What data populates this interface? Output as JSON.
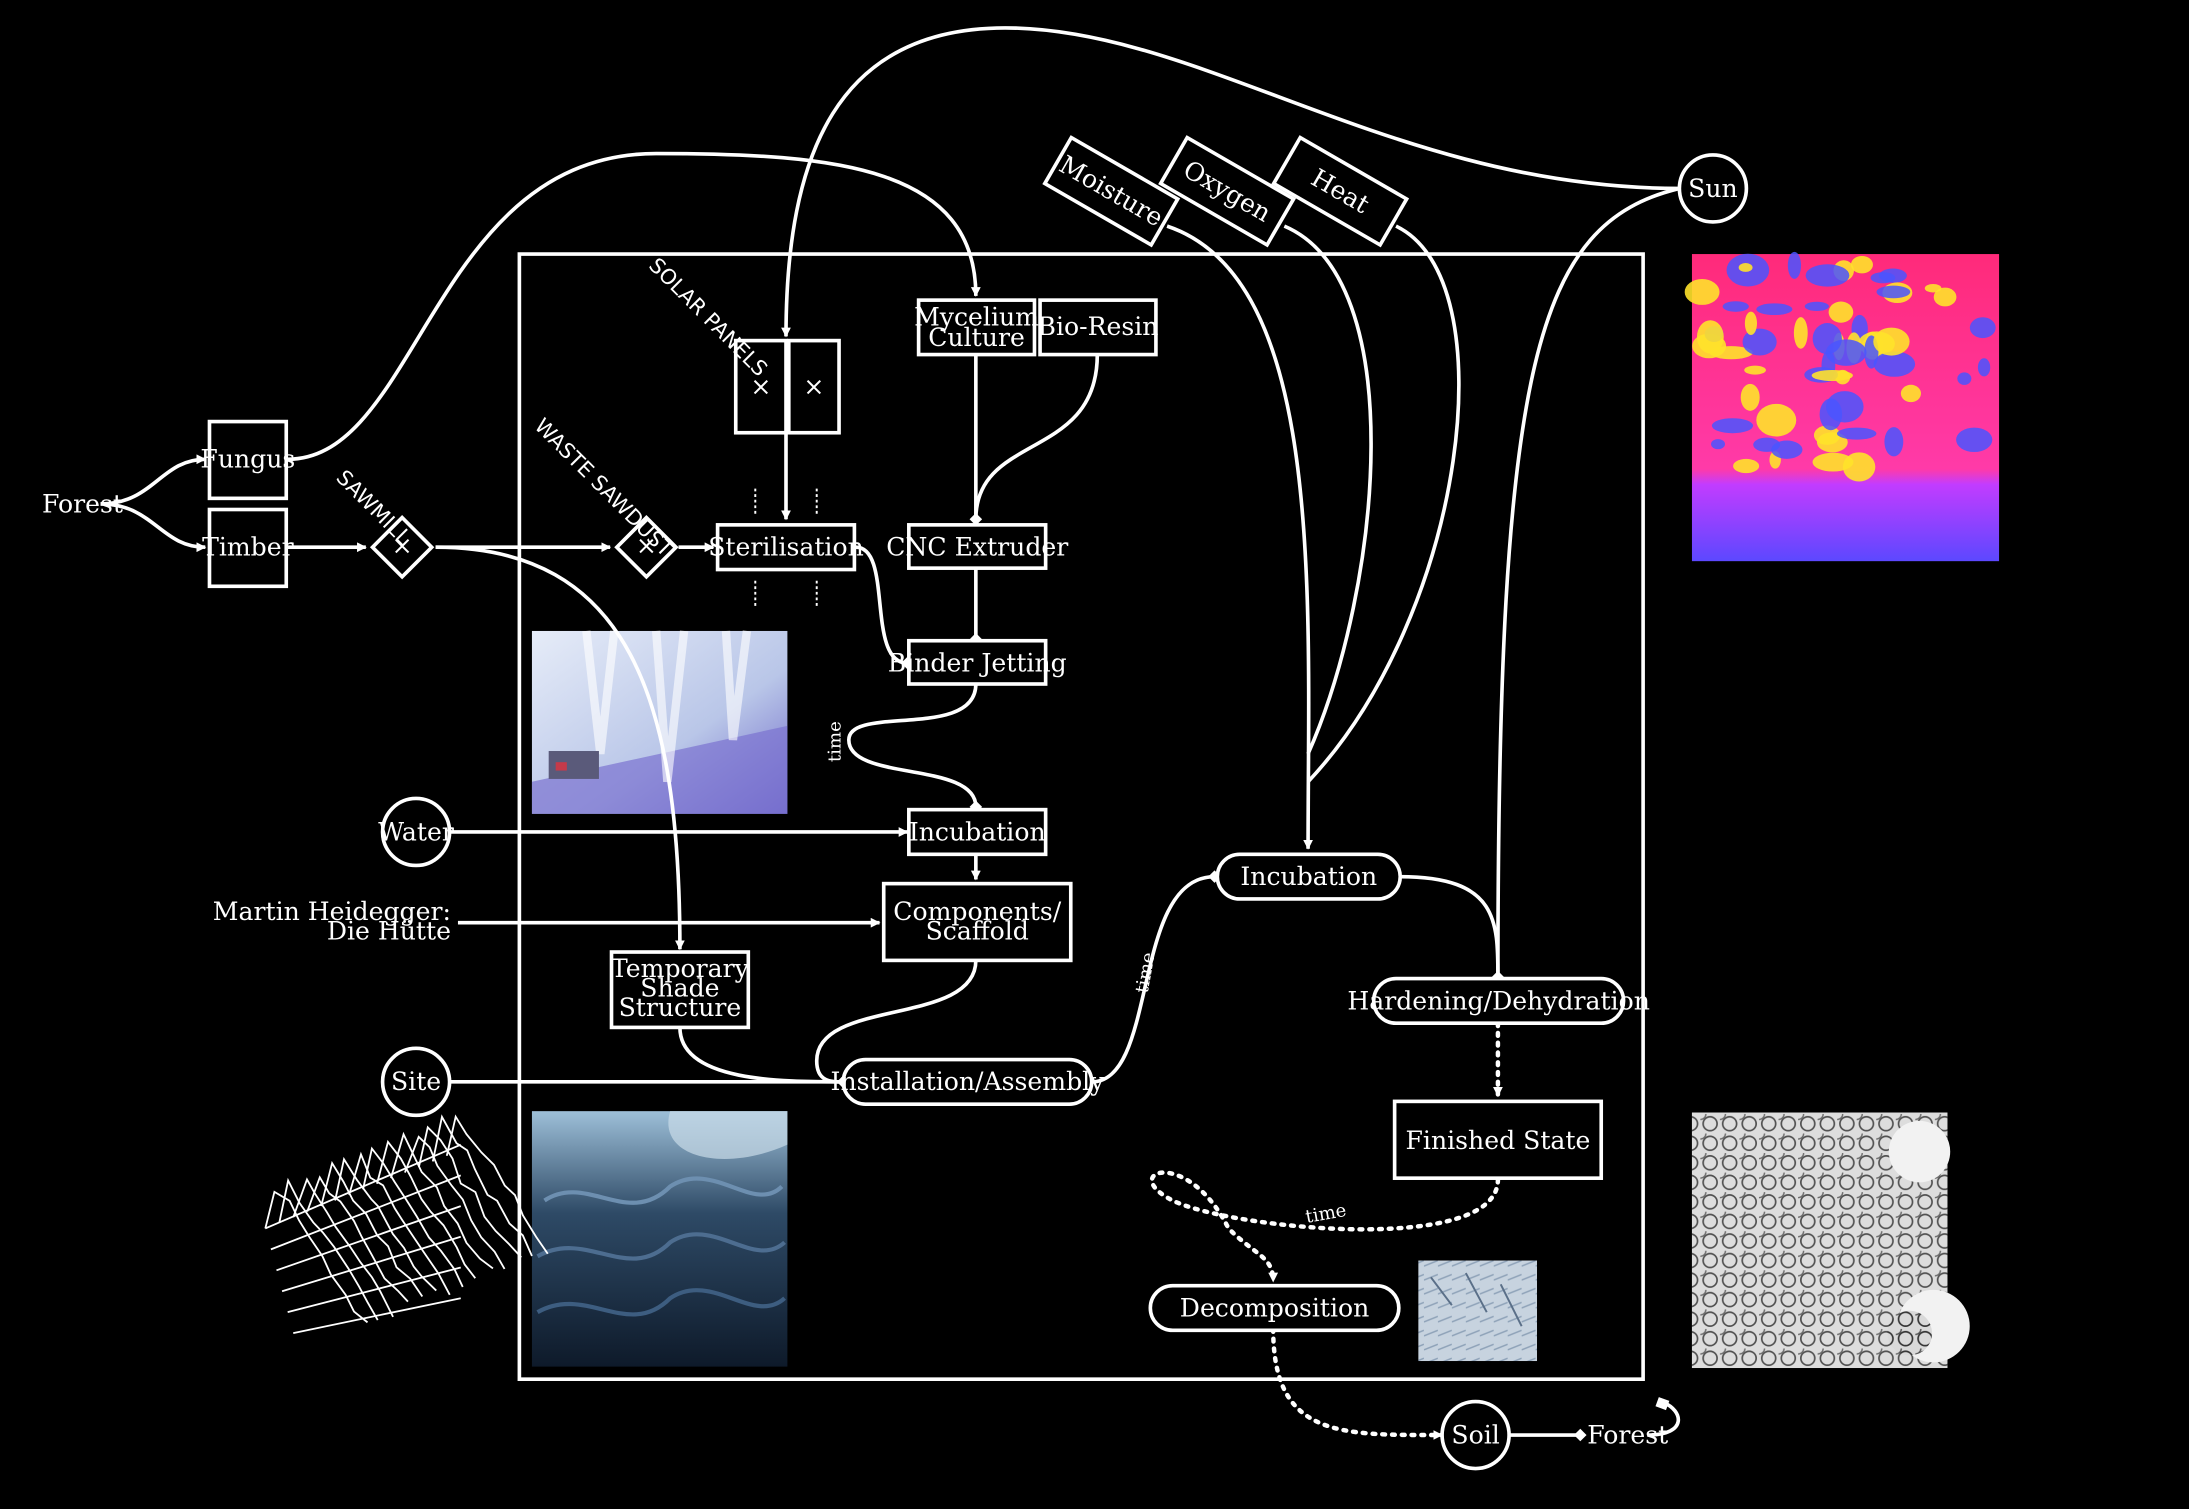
{
  "nodes": {
    "forest_source": "Forest",
    "fungus": "Fungus",
    "timber": "Timber",
    "sawmill": "SAWMILL",
    "waste_sawdust": "WASTE SAWDUST",
    "solar_panels": "SOLAR PANELS",
    "sterilisation": "Sterilisation",
    "mycelium_line1": "Mycelium",
    "mycelium_line2": "Culture",
    "bio_resin": "Bio-Resin",
    "cnc_extruder": "CNC Extruder",
    "binder_jetting": "Binder Jetting",
    "incubation_1": "Incubation",
    "water": "Water",
    "heidegger_line1": "Martin Heidegger:",
    "heidegger_line2": "Die Hütte",
    "components_line1": "Components/",
    "components_line2": "Scaffold",
    "shade_line1": "Temporary",
    "shade_line2": "Shade",
    "shade_line3": "Structure",
    "site": "Site",
    "installation": "Installation/Assembly",
    "incubation_2": "Incubation",
    "moisture": "Moisture",
    "oxygen": "Oxygen",
    "heat": "Heat",
    "sun": "Sun",
    "hardening": "Hardening/Dehydration",
    "finished_state": "Finished State",
    "decomposition": "Decomposition",
    "soil": "Soil",
    "forest_end": "Forest"
  },
  "edge_labels": {
    "time_1": "time",
    "time_2": "time",
    "time_3": "time"
  },
  "images": {
    "forest_photo": "inverted-forest-photo",
    "mycelium_closeup": "mycelium-texture-photo",
    "thermal_map": "thermal-heatmap",
    "growth_pattern": "mycelium-growth-pattern",
    "texture_sample": "material-texture-sample",
    "wireframe": "wireframe-terrain-sketch"
  },
  "colors": {
    "background": "#000000",
    "ink": "#ffffff",
    "thermal_magenta": "#ff2a8a",
    "thermal_blue": "#4a55ff",
    "thermal_yellow": "#ffe22a"
  }
}
